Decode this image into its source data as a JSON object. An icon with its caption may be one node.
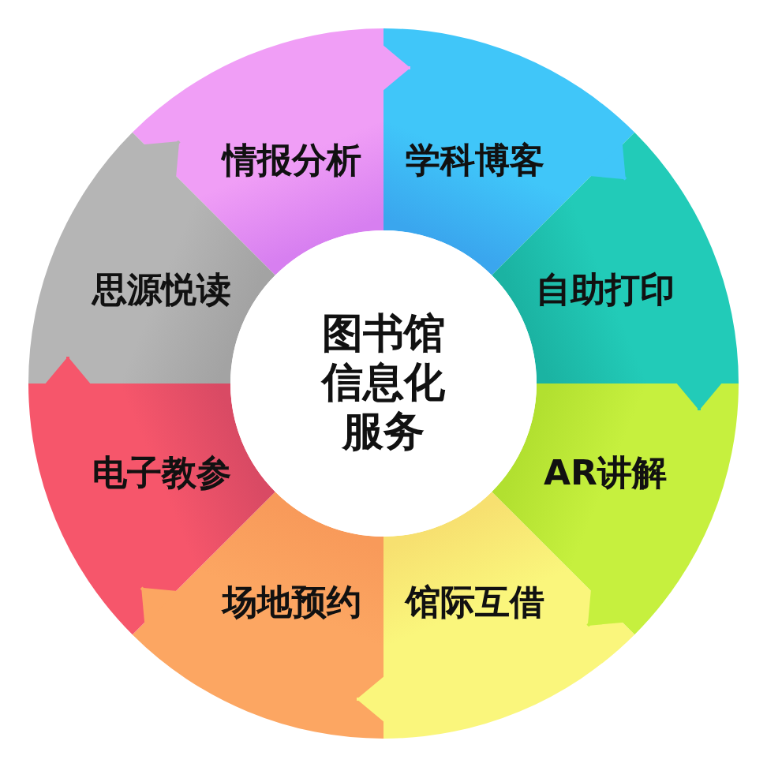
{
  "diagram": {
    "nodes": [
      {
        "text": [
          "图书馆信息化服务"
        ]
      },
      {
        "text": [
          "情报分析"
        ]
      },
      {
        "text": [
          "学科博客"
        ]
      },
      {
        "text": [
          "自助打印"
        ]
      },
      {
        "text": [
          "AR讲解"
        ]
      },
      {
        "text": [
          "馆际互借"
        ]
      },
      {
        "text": [
          "场地预约"
        ]
      },
      {
        "text": [
          "电子教参"
        ]
      },
      {
        "text": [
          "思源悦读"
        ]
      }
    ],
    "edges": [
      {
        "from": 1,
        "to": 2,
        "arrow": "to",
        "color": "#f09ef6"
      },
      {
        "from": 2,
        "to": 3,
        "arrow": "to",
        "color": "#40c6f9"
      },
      {
        "from": 3,
        "to": 4,
        "arrow": "to",
        "color": "#22cbb8"
      },
      {
        "from": 4,
        "to": 5,
        "arrow": "to",
        "color": "#c6f03e"
      },
      {
        "from": 5,
        "to": 6,
        "arrow": "to",
        "color": "#faf67c"
      },
      {
        "from": 6,
        "to": 7,
        "arrow": "to",
        "color": "#fca662"
      },
      {
        "from": 7,
        "to": 8,
        "arrow": "to",
        "color": "#f6566b"
      },
      {
        "from": 8,
        "to": 1,
        "arrow": "to",
        "color": "#b5b5b5"
      }
    ]
  }
}
